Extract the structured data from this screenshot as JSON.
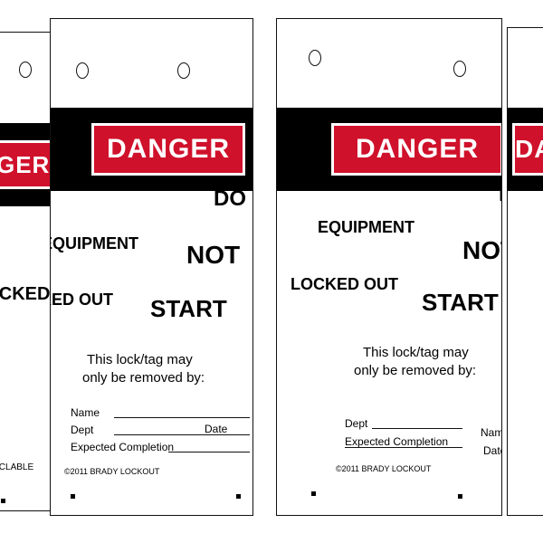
{
  "band_color": "#000000",
  "header_color": "#d0112b",
  "tags": [
    {
      "header": "DANGER",
      "main_lines": [
        "DO",
        "NOT",
        "START"
      ],
      "sub_lines": [
        "EQUIPMENT",
        "LOCKED OUT"
      ],
      "body_lines": [
        "This lock/tag may",
        "only be removed by:"
      ],
      "fields": [
        "Name",
        "Dept",
        "Expected Completion",
        "Date"
      ]
    },
    {
      "header": "DANGER",
      "main_lines": [
        "DO",
        "NOT",
        "START"
      ],
      "sub_lines": [
        "EQUIPMENT",
        "LOCKED OUT"
      ],
      "body_lines": [
        "This lock/tag may",
        "only be removed by:"
      ],
      "fields": [
        "Name",
        "Dept",
        "Expected Completion",
        "Date"
      ]
    }
  ],
  "footer": {
    "code_left": "©2011 BRADY LOCKOUT",
    "code_right": "RECYCLABLE"
  }
}
